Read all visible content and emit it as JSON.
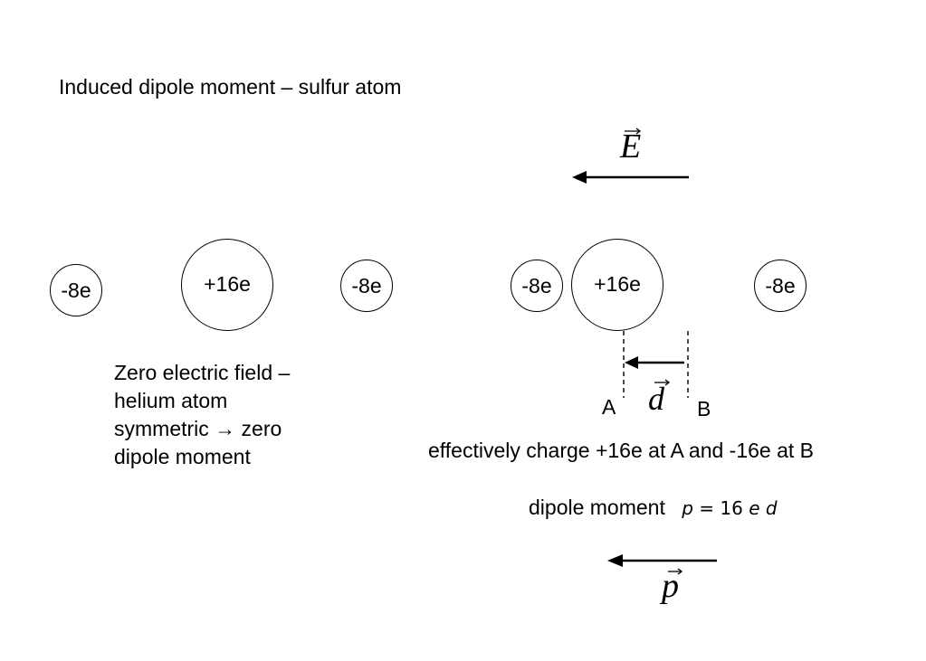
{
  "title": "Induced dipole moment – sulfur atom",
  "field_vector": {
    "symbol": "E"
  },
  "left_atom": {
    "left_electron": "-8e",
    "nucleus": "+16e",
    "right_electron": "-8e",
    "caption_lines": [
      "Zero electric field –",
      "helium atom",
      "symmetric → zero",
      "dipole moment"
    ]
  },
  "right_atom": {
    "left_electron": "-8e",
    "nucleus": "+16e",
    "right_electron": "-8e"
  },
  "displacement": {
    "symbol": "d",
    "label_a": "A",
    "label_b": "B"
  },
  "effective_charge_text": "effectively charge +16e at A and -16e at B",
  "dipole_label": "dipole moment",
  "dipole_formula": {
    "p": "p",
    "equals": " = 16 ",
    "e": "e",
    "space": " ",
    "d": "d"
  },
  "dipole_vector": {
    "symbol": "p"
  }
}
